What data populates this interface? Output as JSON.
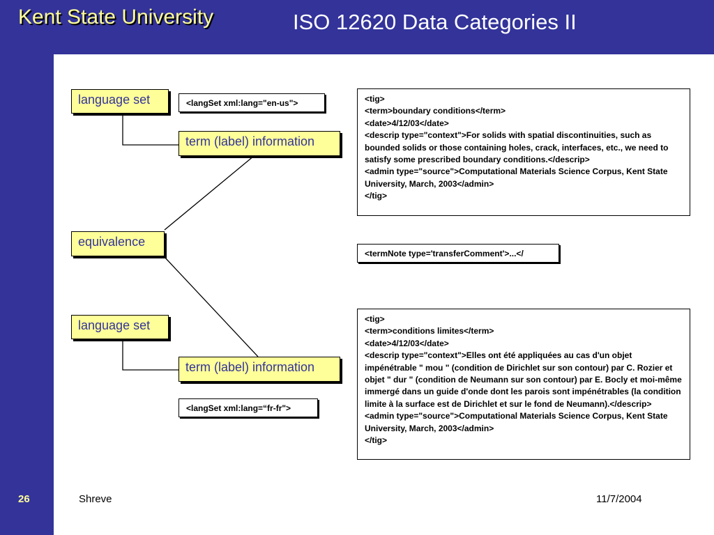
{
  "header": {
    "university": "Kent State University",
    "title": "ISO 12620 Data Categories II"
  },
  "diagram": {
    "nodes": {
      "language_set_1": "language set",
      "term_info_1": "term (label) information",
      "equivalence": "equivalence",
      "language_set_2": "language set",
      "term_info_2": "term (label) information"
    },
    "tags": {
      "langset_en": "<langSet xml:lang=\"en-us\">",
      "termnote": "<termNote type='transferComment'>...</",
      "langset_fr": "<langSet xml:lang=“fr-fr\">"
    },
    "tig_en": [
      "<tig>",
      "<term>boundary conditions</term>",
      "<date>4/12/03</date>",
      "<descrip type=\"context\">For solids with spatial discontinuities, such as bounded solids or those containing holes, crack, interfaces, etc., we need to satisfy some prescribed boundary conditions.</descrip>",
      "<admin type=\"source\">Computational Materials Science Corpus, Kent State University, March, 2003</admin>",
      "</tig>"
    ],
    "tig_fr": [
      "<tig>",
      "<term>conditions limites</term>",
      "<date>4/12/03</date>",
      "<descrip type=\"context\">Elles ont été appliquées au cas d'un objet impénétrable \" mou \" (condition de Dirichlet sur son contour) par C. Rozier et objet \" dur \" (condition de Neumann sur son contour) par E. Bocly et moi-même immergé dans un guide d'onde dont les parois sont impénétrables (la condition limite à la surface est de Dirichlet et sur le fond de Neumann).</descrip>",
      "<admin type=\"source\">Computational Materials Science Corpus, Kent State University, March, 2003</admin>",
      "</tig>"
    ]
  },
  "footer": {
    "slide_number": "26",
    "author": "Shreve",
    "date": "11/7/2004"
  }
}
